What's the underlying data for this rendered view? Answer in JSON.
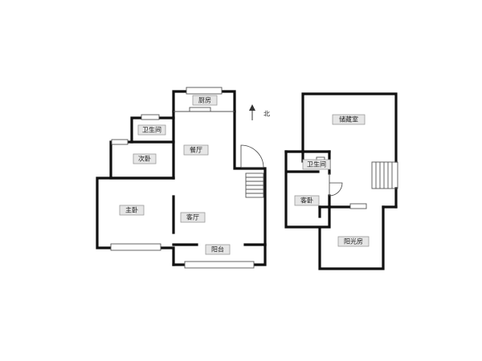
{
  "rooms": {
    "kitchen": "厨房",
    "bathroom_1": "卫生间",
    "dining": "餐厅",
    "second_bedroom": "次卧",
    "master_bedroom": "主卧",
    "living_room": "客厅",
    "balcony": "阳台",
    "storage": "储藏室",
    "bathroom_2": "卫生间",
    "guest_bedroom": "客卧",
    "sunroom": "阳光房"
  },
  "compass": {
    "north_label": "北"
  }
}
